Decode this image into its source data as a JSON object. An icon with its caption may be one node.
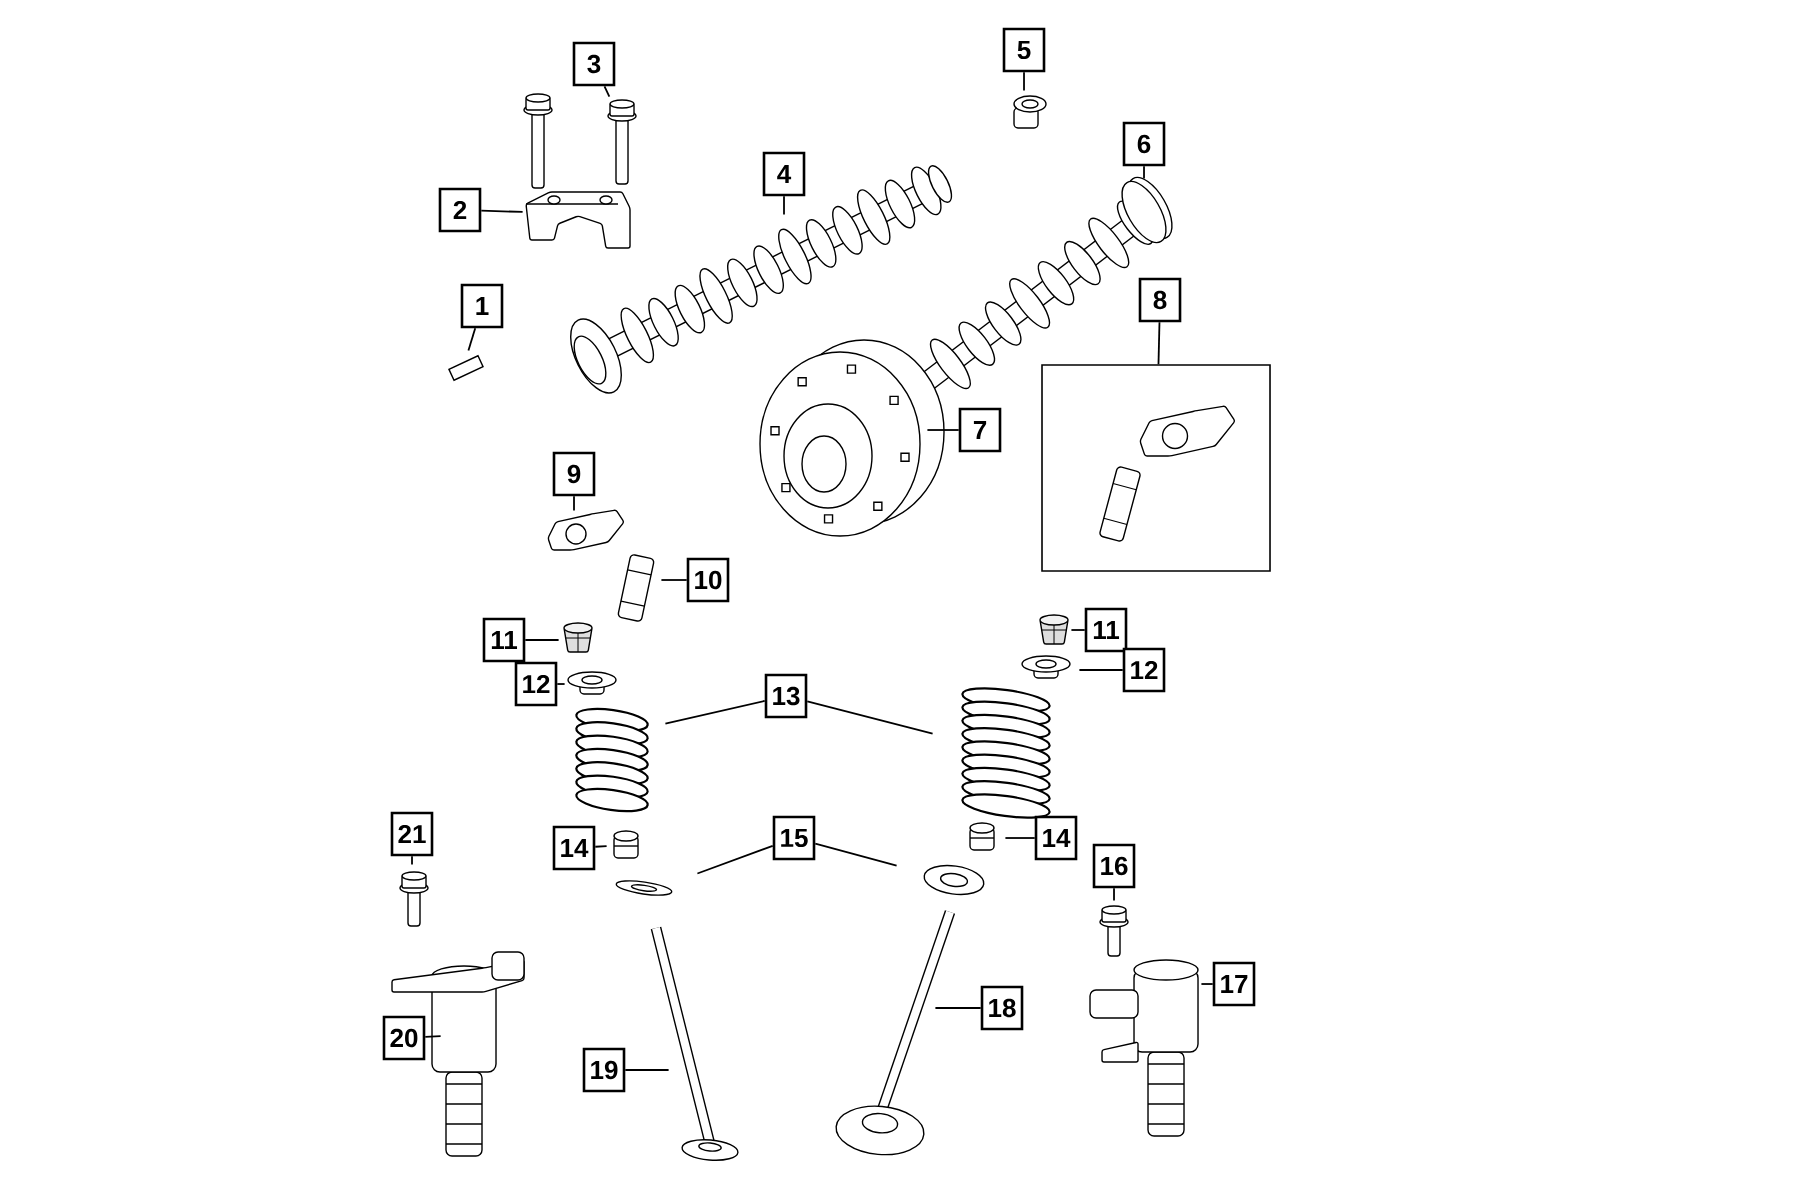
{
  "diagram": {
    "nodes": [
      {
        "text": [
          "1"
        ]
      },
      {
        "text": [],
        "shape": "picture"
      },
      {
        "text": [
          "2"
        ]
      },
      {
        "text": [],
        "shape": "picture"
      },
      {
        "text": [
          "3"
        ]
      },
      {
        "text": [],
        "shape": "picture"
      },
      {
        "text": [
          "4"
        ]
      },
      {
        "text": [],
        "shape": "picture"
      },
      {
        "text": [
          "5"
        ]
      },
      {
        "text": [],
        "shape": "picture"
      },
      {
        "text": [
          "6"
        ]
      },
      {
        "text": [],
        "shape": "picture"
      },
      {
        "text": [
          "7"
        ]
      },
      {
        "text": [],
        "shape": "picture"
      },
      {
        "text": [
          "8"
        ]
      },
      {
        "text": [],
        "shape": "box"
      },
      {
        "text": [
          "9"
        ]
      },
      {
        "text": [],
        "shape": "picture"
      },
      {
        "text": [
          "10"
        ]
      },
      {
        "text": [],
        "shape": "picture"
      },
      {
        "text": [
          "11"
        ]
      },
      {
        "text": [],
        "shape": "picture"
      },
      {
        "text": [
          "12"
        ]
      },
      {
        "text": [],
        "shape": "picture"
      },
      {
        "text": [
          "13"
        ]
      },
      {
        "text": [],
        "shape": "picture"
      },
      {
        "text": [],
        "shape": "picture"
      },
      {
        "text": [
          "11"
        ]
      },
      {
        "text": [],
        "shape": "picture"
      },
      {
        "text": [
          "12"
        ]
      },
      {
        "text": [],
        "shape": "picture"
      },
      {
        "text": [
          "14"
        ]
      },
      {
        "text": [],
        "shape": "picture"
      },
      {
        "text": [
          "15"
        ]
      },
      {
        "text": [],
        "shape": "picture"
      },
      {
        "text": [],
        "shape": "picture"
      },
      {
        "text": [
          "14"
        ]
      },
      {
        "text": [],
        "shape": "picture"
      },
      {
        "text": [
          "21"
        ]
      },
      {
        "text": [],
        "shape": "picture"
      },
      {
        "text": [
          "16"
        ]
      },
      {
        "text": [],
        "shape": "picture"
      },
      {
        "text": [
          "17"
        ]
      },
      {
        "text": [],
        "shape": "picture"
      },
      {
        "text": [
          "18"
        ]
      },
      {
        "text": [],
        "shape": "picture"
      },
      {
        "text": [
          "19"
        ]
      },
      {
        "text": [],
        "shape": "picture"
      },
      {
        "text": [
          "20"
        ]
      },
      {
        "text": [],
        "shape": "picture"
      }
    ],
    "edges": [
      {
        "from": 0,
        "to": 1,
        "arrow": "none"
      },
      {
        "from": 2,
        "to": 3,
        "arrow": "none"
      },
      {
        "from": 4,
        "to": 5,
        "arrow": "none"
      },
      {
        "from": 6,
        "to": 7,
        "arrow": "none"
      },
      {
        "from": 8,
        "to": 9,
        "arrow": "none"
      },
      {
        "from": 10,
        "to": 11,
        "arrow": "none"
      },
      {
        "from": 12,
        "to": 13,
        "arrow": "none"
      },
      {
        "from": 14,
        "to": 15,
        "arrow": "none"
      },
      {
        "from": 16,
        "to": 17,
        "arrow": "none"
      },
      {
        "from": 18,
        "to": 19,
        "arrow": "none"
      },
      {
        "from": 20,
        "to": 21,
        "arrow": "none"
      },
      {
        "from": 22,
        "to": 23,
        "arrow": "none"
      },
      {
        "from": 24,
        "to": 25,
        "arrow": "none"
      },
      {
        "from": 24,
        "to": 26,
        "arrow": "none"
      },
      {
        "from": 27,
        "to": 28,
        "arrow": "none"
      },
      {
        "from": 29,
        "to": 30,
        "arrow": "none"
      },
      {
        "from": 31,
        "to": 32,
        "arrow": "none"
      },
      {
        "from": 33,
        "to": 34,
        "arrow": "none"
      },
      {
        "from": 33,
        "to": 35,
        "arrow": "none"
      },
      {
        "from": 36,
        "to": 37,
        "arrow": "none"
      },
      {
        "from": 38,
        "to": 39,
        "arrow": "none"
      },
      {
        "from": 40,
        "to": 41,
        "arrow": "none"
      },
      {
        "from": 42,
        "to": 43,
        "arrow": "none"
      },
      {
        "from": 44,
        "to": 45,
        "arrow": "none"
      },
      {
        "from": 46,
        "to": 47,
        "arrow": "none"
      },
      {
        "from": 48,
        "to": 49,
        "arrow": "none"
      }
    ]
  }
}
